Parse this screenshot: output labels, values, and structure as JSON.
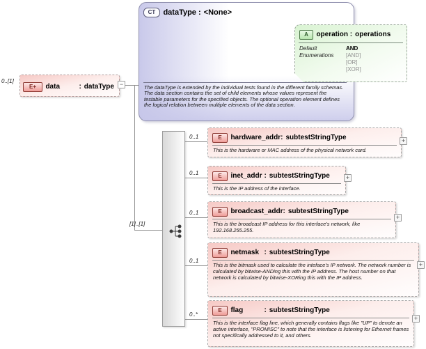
{
  "labels": {
    "colon": ":"
  },
  "source_element": {
    "cardinality": "0..[1]",
    "badge": "E+",
    "name": "data",
    "type": "dataType",
    "collapse_glyph": "−"
  },
  "complex_type": {
    "badge": "CT",
    "name": "dataType",
    "type": "<None>",
    "attribute": {
      "badge": "A",
      "name": "operation",
      "type": "operations",
      "default_label": "Default",
      "default_value": "AND",
      "enumerations_label": "Enumerations",
      "enumerations": [
        "[AND]",
        "[OR]",
        "[XOR]"
      ]
    },
    "documentation": "The dataType is extended by the individual tests found in the different family schemas.  The data section contains the set of child elements whose values represent the testable parameters for the specified objects. The optional operation element defines the logical relation between multiple elements of the data section."
  },
  "compositor": {
    "cardinality": "[1]..[1]"
  },
  "children": [
    {
      "badge": "E",
      "name": "hardware_addr",
      "type": "subtestStringType",
      "cardinality": "0..1",
      "expand_glyph": "+",
      "doc": "This is the hardware or MAC address of the physical network card."
    },
    {
      "badge": "E",
      "name": "inet_addr",
      "type": "subtestStringType",
      "cardinality": "0..1",
      "expand_glyph": "+",
      "doc": "This is the IP address of the interface."
    },
    {
      "badge": "E",
      "name": "broadcast_addr",
      "type": "subtestStringType",
      "cardinality": "0..1",
      "expand_glyph": "+",
      "doc": "This is the broadcast IP address for this interface's network, like 192.168.255.255."
    },
    {
      "badge": "E",
      "name": "netmask",
      "type": "subtestStringType",
      "cardinality": "0..1",
      "expand_glyph": "+",
      "doc": "This is the bitmask used to calculate the inteface's IP network.  The network number is calculated by bitwise-ANDing this with the IP address. The host number on that network is calculated by bitwise-XORing this with the IP address."
    },
    {
      "badge": "E",
      "name": "flag",
      "type": "subtestStringType",
      "cardinality": "0..*",
      "expand_glyph": "+",
      "doc": "This is the interface flag line, which generally contains flags like \"UP\" to denote an active interface, \"PROMISC\" to note that the interface is listening for Ethernet frames not specifically addressed to it, and others."
    }
  ]
}
